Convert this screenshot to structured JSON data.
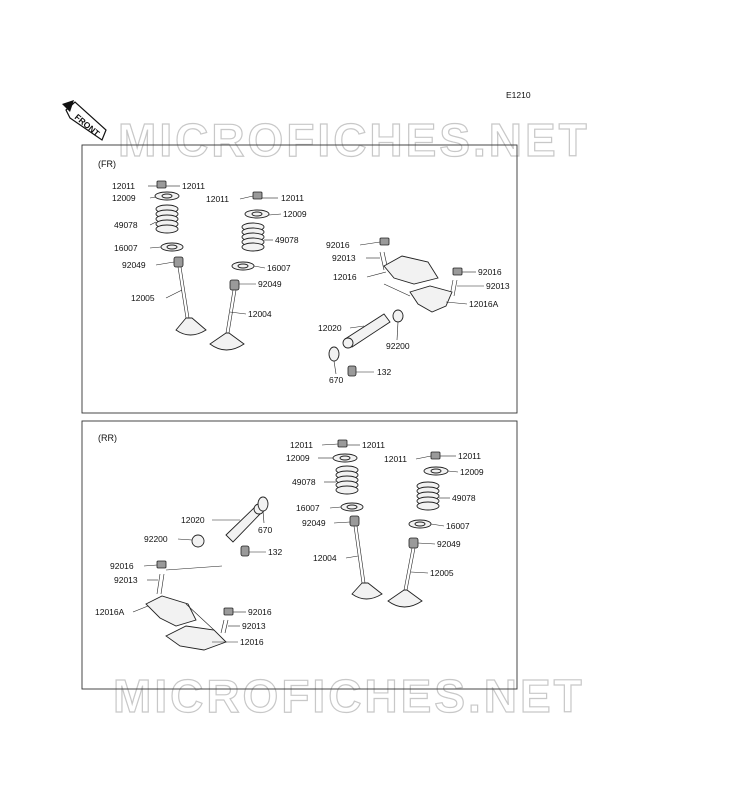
{
  "diagram_code": "E1210",
  "front_arrow_label": "FRONT",
  "watermark": "MICROFICHES.NET",
  "sections": {
    "fr": {
      "title": "(FR)",
      "labels": {
        "l12011a": "12011",
        "l12011b": "12011",
        "l12009a": "12009",
        "l12011c": "12011",
        "l12011d": "12011",
        "l12009b": "12009",
        "l49078a": "49078",
        "l49078b": "49078",
        "l16007a": "16007",
        "l92049a": "92049",
        "l16007b": "16007",
        "l92049b": "92049",
        "l12005": "12005",
        "l12004": "12004",
        "l92016a": "92016",
        "l92013a": "92013",
        "l12016": "12016",
        "l92016b": "92016",
        "l92013b": "92013",
        "l12016A": "12016A",
        "l12020": "12020",
        "l92200": "92200",
        "l670": "670",
        "l132": "132"
      }
    },
    "rr": {
      "title": "(RR)",
      "labels": {
        "l12011a": "12011",
        "l12011b": "12011",
        "l12009a": "12009",
        "l12011c": "12011",
        "l12011d": "12011",
        "l12009b": "12009",
        "l49078a": "49078",
        "l49078b": "49078",
        "l16007a": "16007",
        "l92049a": "92049",
        "l16007b": "16007",
        "l92049b": "92049",
        "l12004": "12004",
        "l12005": "12005",
        "l12020": "12020",
        "l670": "670",
        "l92200": "92200",
        "l132": "132",
        "l92016a": "92016",
        "l92013a": "92013",
        "l12016A": "12016A",
        "l92016b": "92016",
        "l92013b": "92013",
        "l12016": "12016"
      }
    }
  }
}
